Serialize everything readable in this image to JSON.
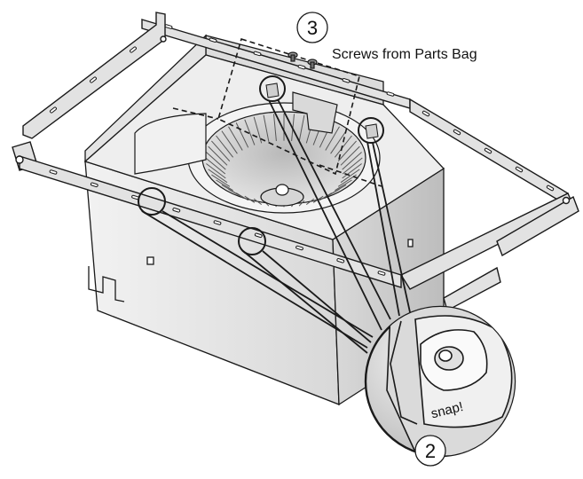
{
  "diagram": {
    "step_3_number": "3",
    "step_3_label": "Screws from Parts Bag",
    "step_2_number": "2",
    "snap_label": "snap!"
  },
  "colors": {
    "line": "#1a1a1a",
    "metal_light": "#e9e9e9",
    "metal_mid": "#cfcfcf",
    "metal_dark": "#9e9e9e",
    "background": "#ffffff"
  }
}
